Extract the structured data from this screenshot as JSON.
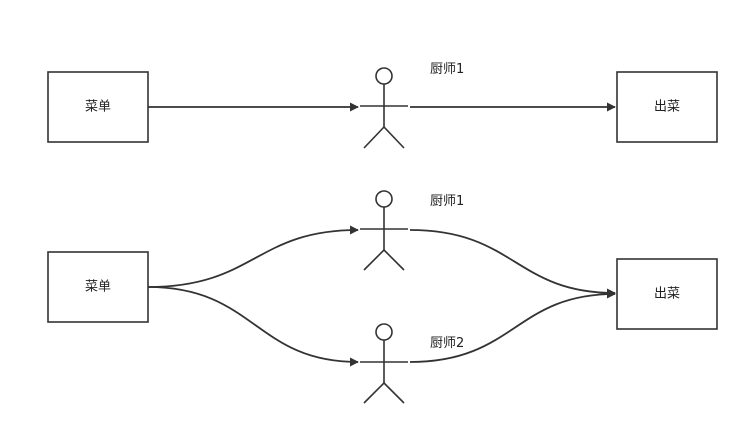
{
  "diagram_top": {
    "input_box": {
      "label": "菜单"
    },
    "actor": {
      "label": "厨师1"
    },
    "output_box": {
      "label": "出菜"
    }
  },
  "diagram_bottom": {
    "input_box": {
      "label": "菜单"
    },
    "actor_1": {
      "label": "厨师1"
    },
    "actor_2": {
      "label": "厨师2"
    },
    "output_box": {
      "label": "出菜"
    }
  },
  "colors": {
    "stroke": "#333333",
    "fill": "#ffffff",
    "text": "#222222"
  }
}
